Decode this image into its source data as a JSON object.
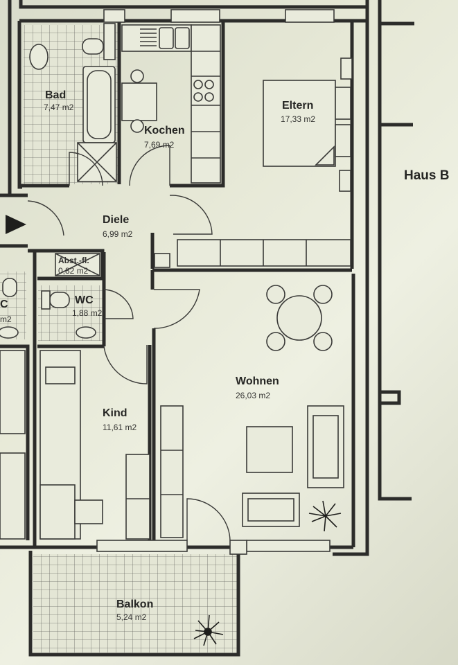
{
  "building_label": "Haus B",
  "rooms": {
    "bad": {
      "name": "Bad",
      "area": "7,47 m2"
    },
    "kochen": {
      "name": "Kochen",
      "area": "7,69 m2"
    },
    "eltern": {
      "name": "Eltern",
      "area": "17,33 m2"
    },
    "diele": {
      "name": "Diele",
      "area": "6,99 m2"
    },
    "abst": {
      "name": "Abst.-fl.",
      "area": "0,82 m2"
    },
    "wc": {
      "name": "WC",
      "area": "1,88 m2"
    },
    "wohnen": {
      "name": "Wohnen",
      "area": "26,03 m2"
    },
    "kind": {
      "name": "Kind",
      "area": "11,61 m2"
    },
    "balkon": {
      "name": "Balkon",
      "area": "5,24 m2"
    }
  },
  "neighbor_fragments": {
    "wc_letter": "C",
    "wc_area": "m2"
  },
  "icons": [
    "entrance-arrow-icon",
    "plant-icon"
  ]
}
